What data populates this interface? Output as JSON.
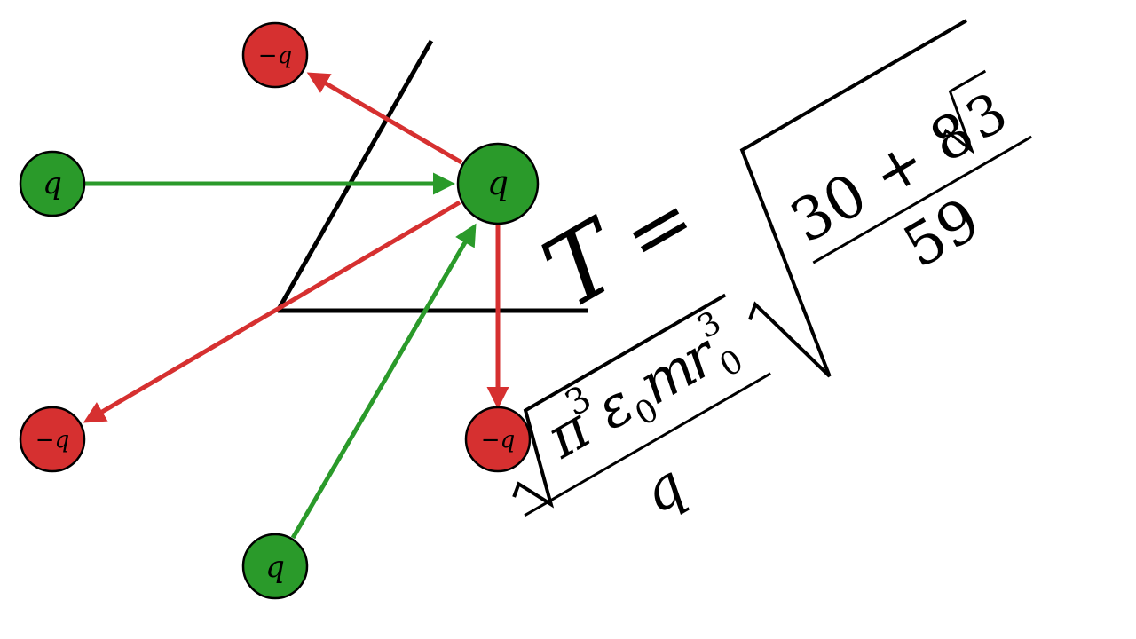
{
  "colors": {
    "positive": "#2a9a2a",
    "negative": "#d63030",
    "outline": "#000000",
    "axis": "#000000"
  },
  "charges": {
    "top_left_neg": "−q",
    "left_pos": "q",
    "center_pos": "q",
    "bottom_left_neg": "−q",
    "bottom_right_neg": "−q",
    "bottom_pos": "q"
  },
  "formula": {
    "lhs": "T",
    "equals": "=",
    "pi": "π",
    "pi_exp": "3",
    "epsilon": "ε",
    "epsilon_sub": "0",
    "m": "m",
    "r": "r",
    "r_exp": "3",
    "r_sub": "0",
    "denominator_q": "q",
    "inner_numerator_a": "30 + 8",
    "inner_numerator_b": "3",
    "inner_denominator": "59"
  }
}
